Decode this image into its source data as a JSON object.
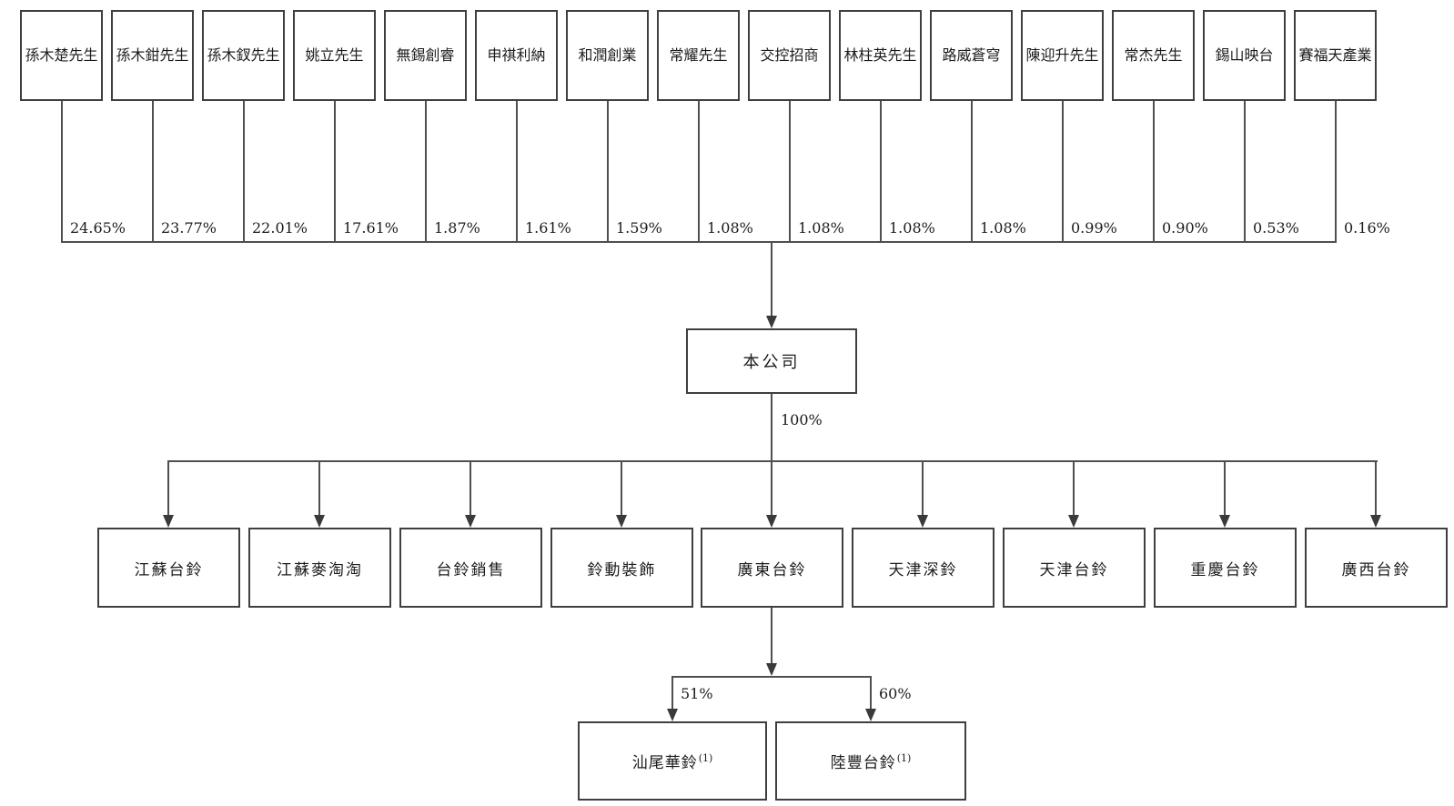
{
  "colors": {
    "background": "#ffffff",
    "line": "#4f4f4f",
    "box_border": "#3f3f3f",
    "text": "#1c1c1c"
  },
  "company": {
    "name": "本公司"
  },
  "company_to_subsidiaries_pct": "100%",
  "shareholders": [
    {
      "name": "孫木楚先生",
      "pct": "24.65%"
    },
    {
      "name": "孫木鉗先生",
      "pct": "23.77%"
    },
    {
      "name": "孫木釵先生",
      "pct": "22.01%"
    },
    {
      "name": "姚立先生",
      "pct": "17.61%"
    },
    {
      "name": "無錫創睿",
      "pct": "1.87%"
    },
    {
      "name": "申祺利納",
      "pct": "1.61%"
    },
    {
      "name": "和潤創業",
      "pct": "1.59%"
    },
    {
      "name": "常耀先生",
      "pct": "1.08%"
    },
    {
      "name": "交控招商",
      "pct": "1.08%"
    },
    {
      "name": "林柱英先生",
      "pct": "1.08%"
    },
    {
      "name": "路威蒼穹",
      "pct": "1.08%"
    },
    {
      "name": "陳迎升先生",
      "pct": "0.99%"
    },
    {
      "name": "常杰先生",
      "pct": "0.90%"
    },
    {
      "name": "錫山映台",
      "pct": "0.53%"
    },
    {
      "name": "賽福天產業",
      "pct": "0.16%"
    }
  ],
  "subsidiaries": [
    {
      "name": "江蘇台鈴"
    },
    {
      "name": "江蘇麥淘淘"
    },
    {
      "name": "台鈴銷售"
    },
    {
      "name": "鈴動裝飾"
    },
    {
      "name": "廣東台鈴"
    },
    {
      "name": "天津深鈴"
    },
    {
      "name": "天津台鈴"
    },
    {
      "name": "重慶台鈴"
    },
    {
      "name": "廣西台鈴"
    }
  ],
  "sub_subsidiaries": [
    {
      "name": "汕尾華鈴",
      "footnote": "(1)",
      "pct": "51%"
    },
    {
      "name": "陸豐台鈴",
      "footnote": "(1)",
      "pct": "60%"
    }
  ]
}
